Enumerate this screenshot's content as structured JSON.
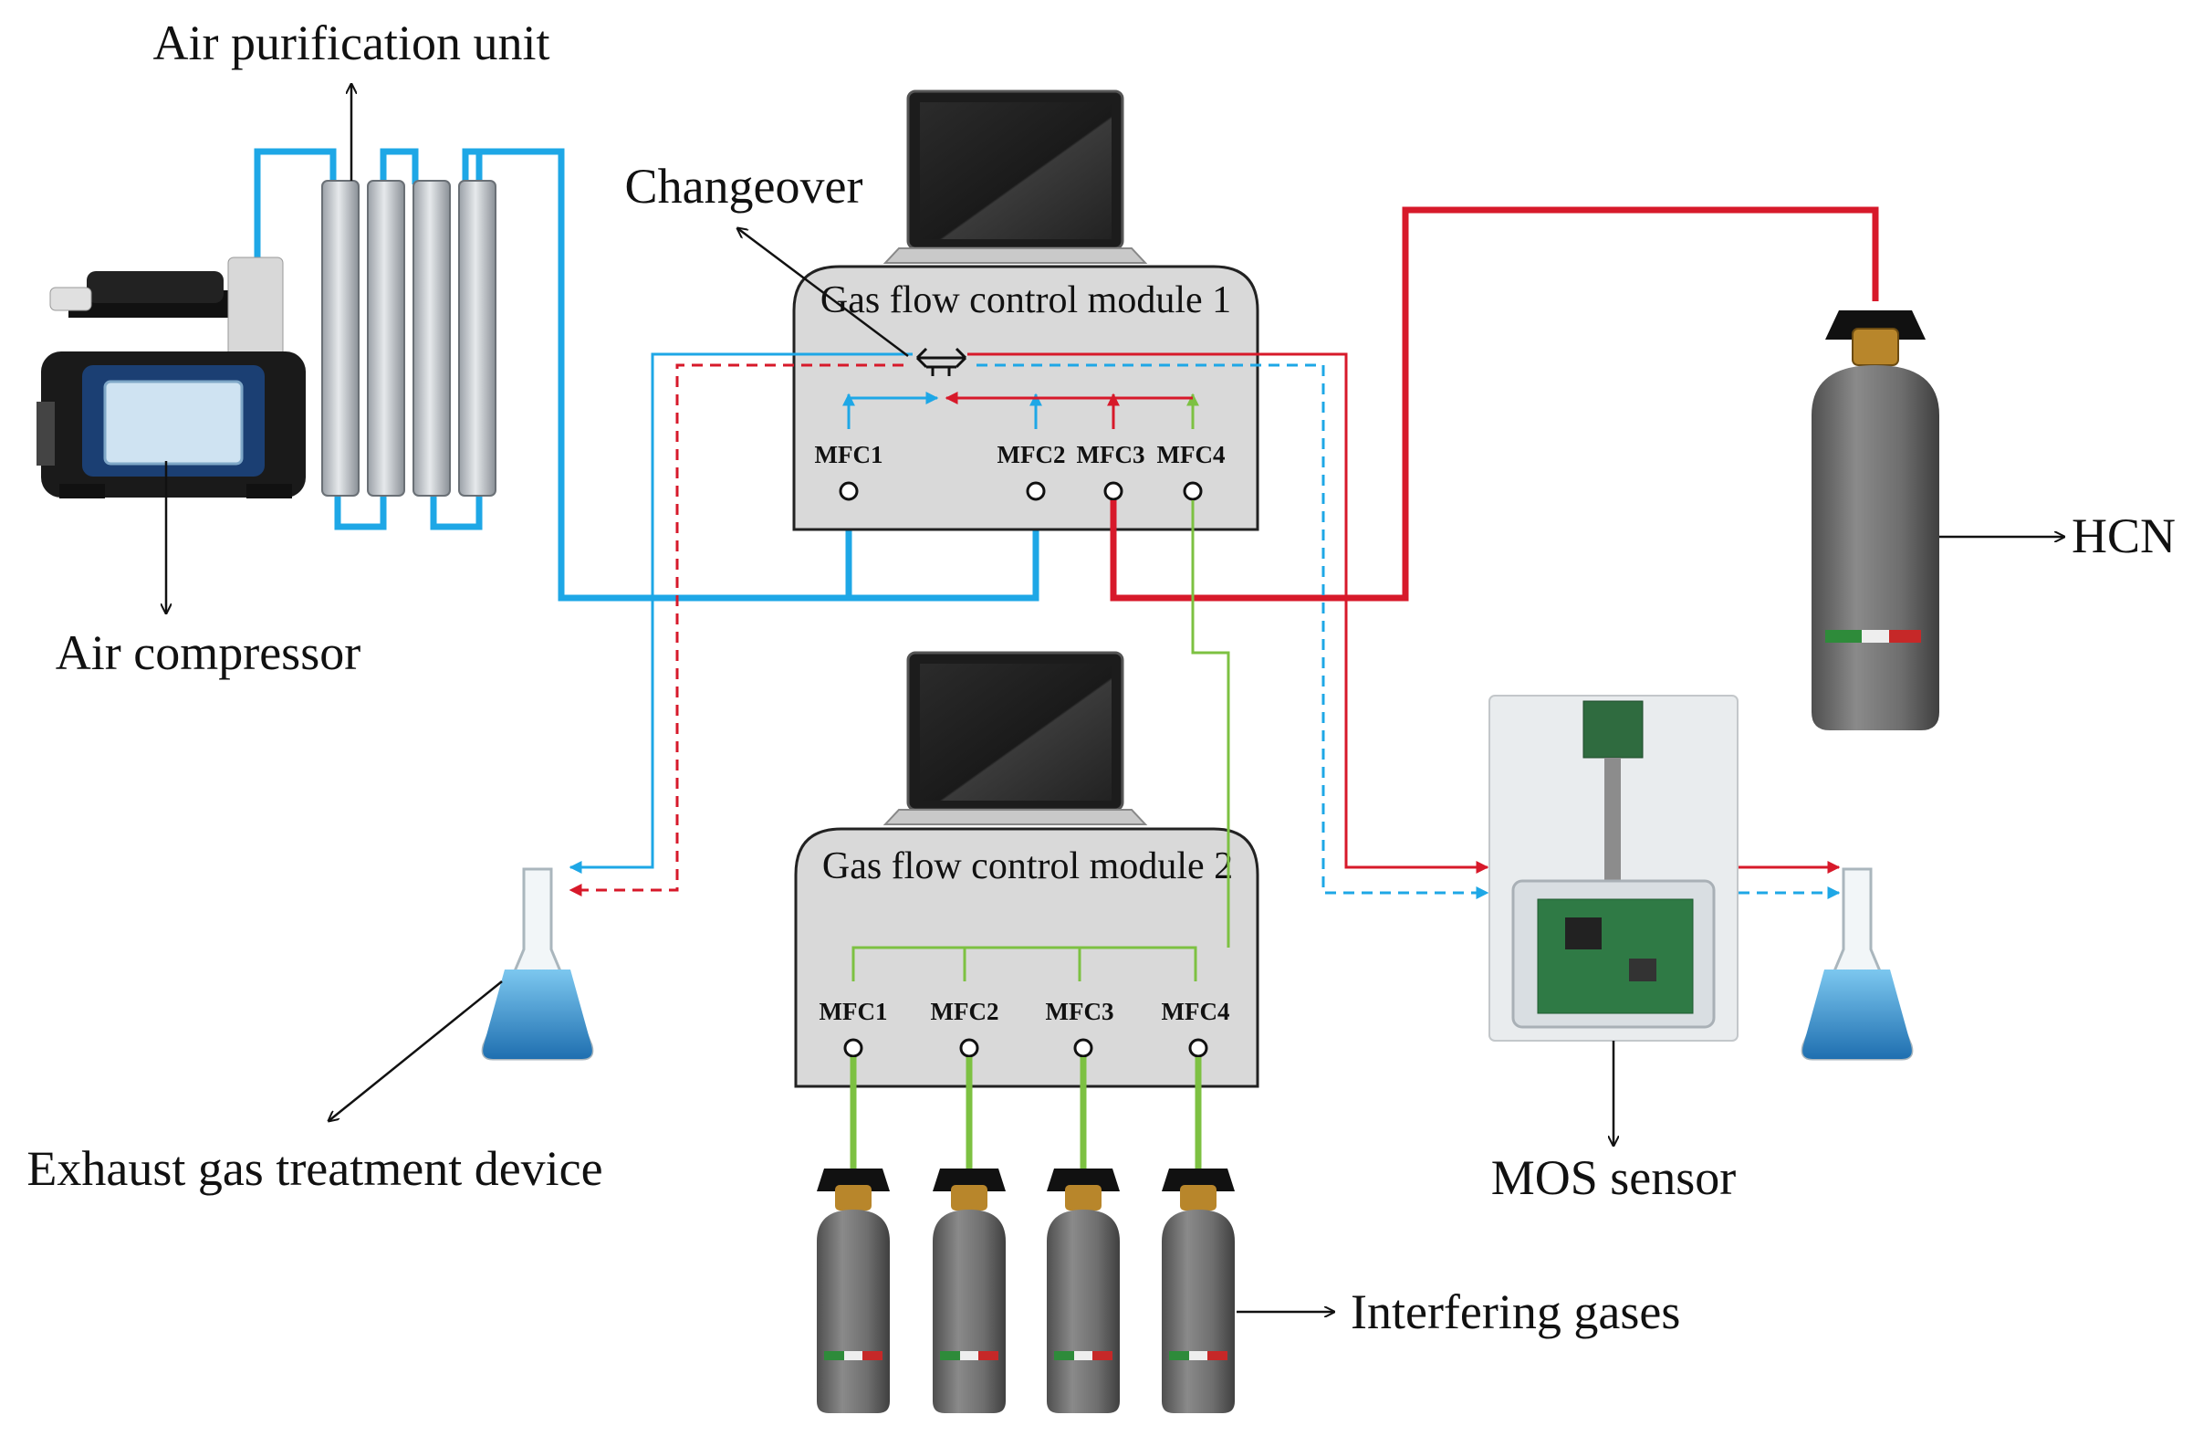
{
  "labels": {
    "air_purification_unit": "Air purification unit",
    "air_compressor": "Air compressor",
    "changeover": "Changeover",
    "hcn": "HCN",
    "mos_sensor": "MOS sensor",
    "exhaust_gas_treatment_device": "Exhaust gas treatment device",
    "interfering_gases": "Interfering gases"
  },
  "module1": {
    "title": "Gas flow control module 1",
    "mfcs": [
      "MFC1",
      "MFC2",
      "MFC3",
      "MFC4"
    ]
  },
  "module2": {
    "title": "Gas flow control module 2",
    "mfcs": [
      "MFC1",
      "MFC2",
      "MFC3",
      "MFC4"
    ]
  },
  "colors": {
    "air_line": "#1EA7E6",
    "hcn_line": "#D7192A",
    "interfering_line": "#7DC142",
    "module_fill": "#D9D9D9",
    "cylinder": "#6E6E6E",
    "flask_liquid": "#2E8FD0"
  }
}
